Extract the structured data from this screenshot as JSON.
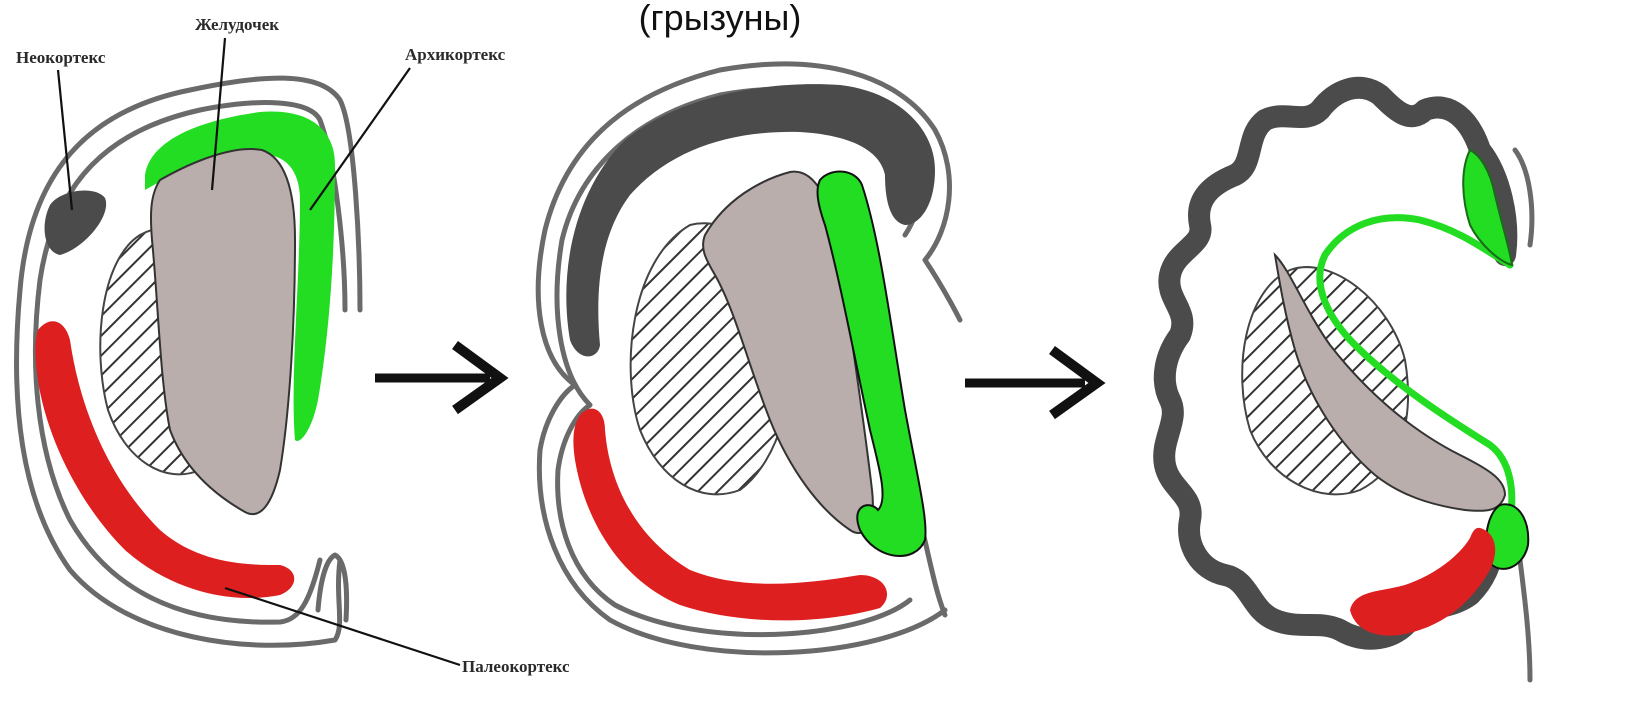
{
  "title": "(грызуны)",
  "labels": {
    "neocortex": "Неокортекс",
    "ventricle": "Желудочек",
    "archicortex": "Архикортекс",
    "paleocortex": "Палеокортекс"
  },
  "colors": {
    "neocortex": "#4b4b4b",
    "archicortex": "#22dd22",
    "paleocortex": "#dd1f1f",
    "ventricle": "#b9aeab",
    "outline": "#6a6a6a",
    "hatch": "#333333"
  }
}
